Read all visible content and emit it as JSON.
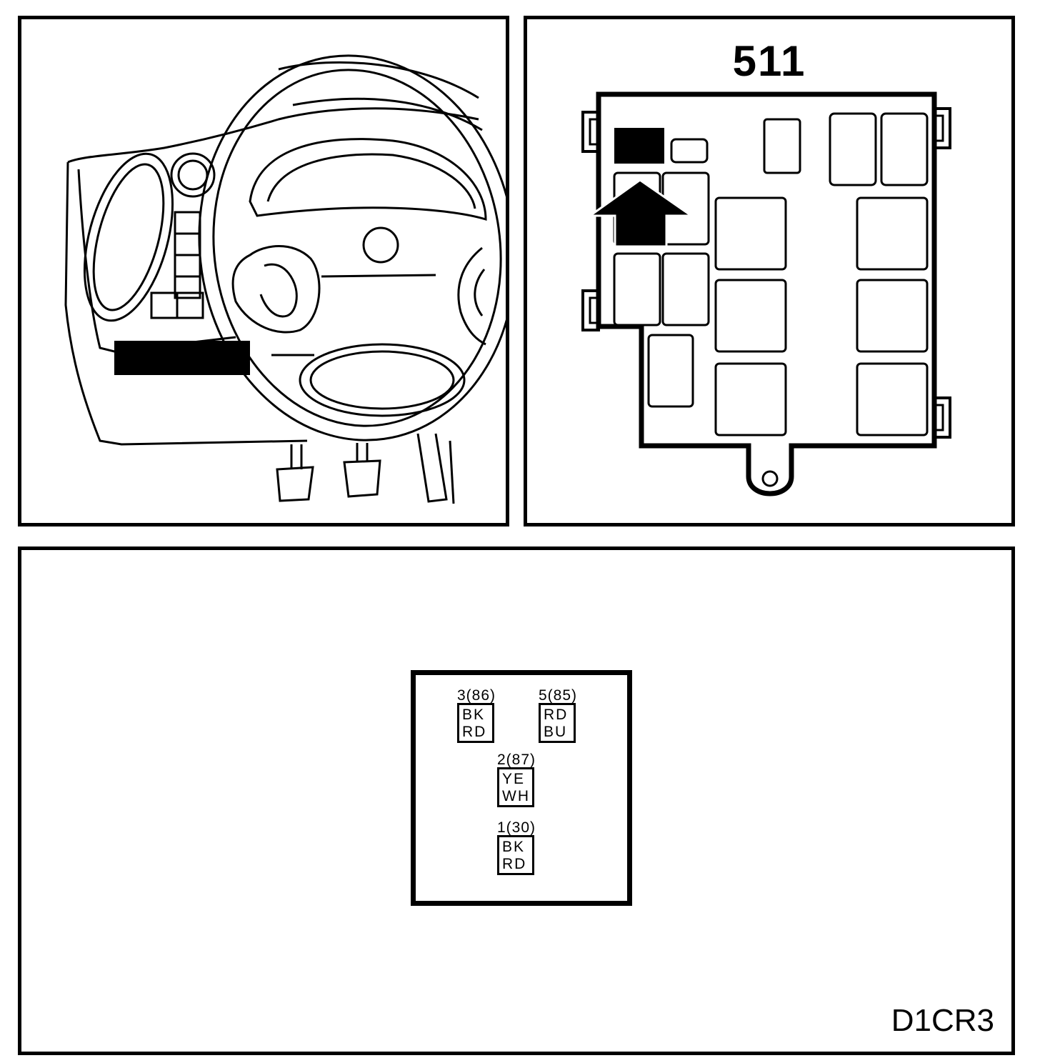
{
  "fuse_box": {
    "title": "511"
  },
  "connector": {
    "pins": [
      {
        "label": "3(86)",
        "wire_top": "BK",
        "wire_bottom": "RD"
      },
      {
        "label": "5(85)",
        "wire_top": "RD",
        "wire_bottom": "BU"
      },
      {
        "label": "2(87)",
        "wire_top": "YE",
        "wire_bottom": "WH"
      },
      {
        "label": "1(30)",
        "wire_top": "BK",
        "wire_bottom": "RD"
      }
    ]
  },
  "diagram_code": "D1CR3"
}
